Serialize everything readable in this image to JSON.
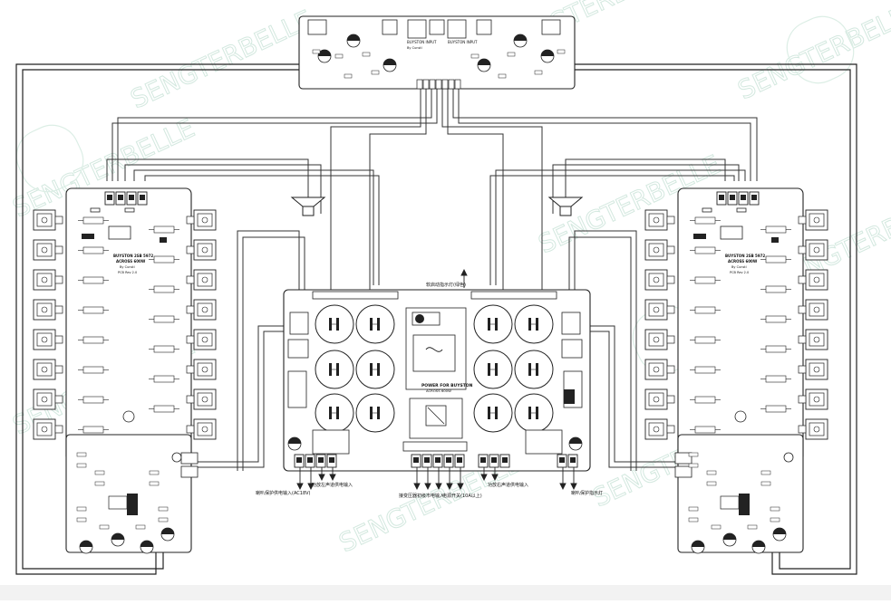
{
  "watermark": "SENGTERBELLE",
  "boards": {
    "preamp": {
      "labels": [
        "BUYSTON INPUT",
        "BUYSTON INPUT"
      ],
      "credit": "By Cunstl"
    },
    "amp_left": {
      "title": "BUYSTON 2SB 5972",
      "subtitle": "ACROSS 600W",
      "credit": "By Cunstl",
      "pcb_rev": "PCB Rev 2.0"
    },
    "amp_right": {
      "title": "BUYSTON 2SB 5972",
      "subtitle": "ACROSS 600W",
      "credit": "By Cunstl",
      "pcb_rev": "PCB Rev 2.0"
    },
    "power": {
      "title": "POWER FOR BUYSTON",
      "subtitle": "ACROSS 600W"
    }
  },
  "annotations": {
    "soft_start_led": "软启动指示灯(绿色)",
    "speaker_protect_input": "喇叭保护供电输入(AC18V)",
    "left_ch_power_input": "功放左声道供电输入",
    "transformer_primary": "接变压器初级",
    "ac_input": "市电输入",
    "power_switch": "电源开关(10A以上)",
    "right_ch_power_input": "功放右声道供电输入",
    "speaker_protect_led": "喇叭保护指示灯"
  },
  "colors": {
    "ink": "#222222",
    "watermark": "#cfe6dc",
    "footer": "#f2f2f2"
  }
}
